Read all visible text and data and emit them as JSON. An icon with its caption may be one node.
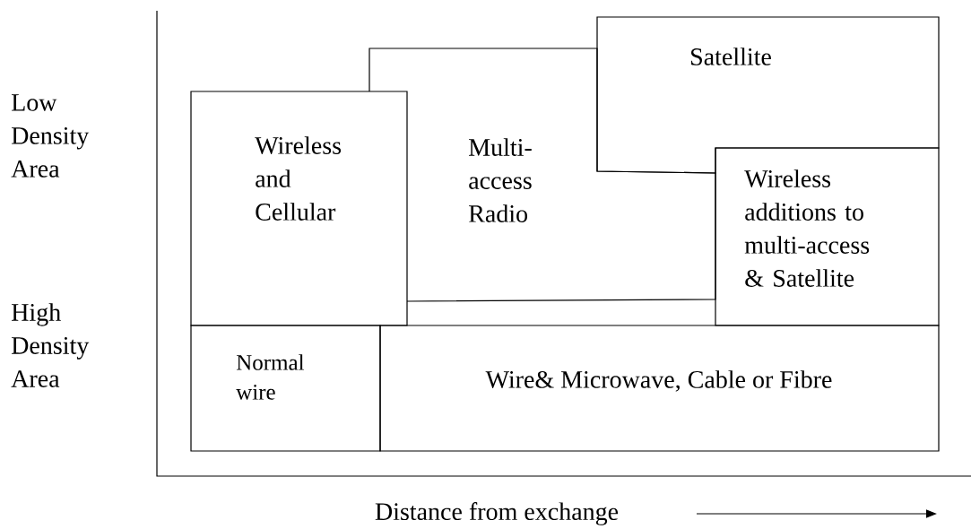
{
  "diagram": {
    "nodes": [
      {
        "text": [
          "Wireless and Cellular"
        ]
      },
      {
        "text": [
          "Multi-access Radio"
        ]
      },
      {
        "text": [
          "Satellite"
        ]
      },
      {
        "text": [
          "Wireless additions to multi-access & Satellite"
        ]
      },
      {
        "text": [
          "Normal wire"
        ]
      },
      {
        "text": [
          "Wire& Microwave, Cable or Fibre"
        ]
      }
    ],
    "labels": [
      "Low Density Area",
      "High Density Area",
      "Distance from exchange"
    ]
  }
}
